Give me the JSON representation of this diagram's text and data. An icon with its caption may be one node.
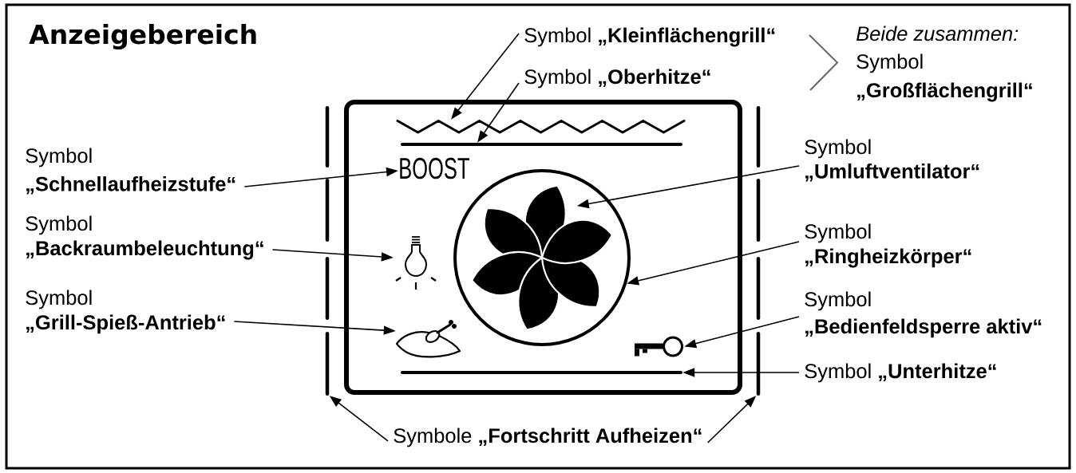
{
  "diagram": {
    "title": "Anzeigebereich",
    "nodes": [
      {
        "text": [
          "Symbol **„Kleinflächengrill“**"
        ]
      },
      {
        "text": [
          "Symbol **„Oberhitze“**"
        ]
      },
      {
        "text": [
          "Symbol **„Schnellaufheizstufe“**"
        ]
      },
      {
        "text": [
          "Symbol **„Backraumbeleuchtung“**"
        ]
      },
      {
        "text": [
          "Symbol **„Grill-Spieß-Antrieb“**"
        ]
      },
      {
        "text": [],
        "shape": "bar"
      },
      {
        "text": [],
        "shape": "box"
      },
      {
        "text": [],
        "shape": "zigzag",
        "in": 6
      },
      {
        "text": [],
        "shape": "line",
        "in": 6
      },
      {
        "text": [
          "BOOST"
        ],
        "in": 6
      },
      {
        "text": [],
        "shape": "picture",
        "in": 6
      },
      {
        "text": [],
        "shape": "circle",
        "in": 6
      },
      {
        "text": [],
        "shape": "picture",
        "in": 11
      },
      {
        "text": [],
        "shape": "picture",
        "in": 6
      },
      {
        "text": [],
        "shape": "picture",
        "in": 6
      },
      {
        "text": [],
        "shape": "line",
        "in": 6
      },
      {
        "text": [],
        "shape": "bar"
      },
      {
        "text": [
          "Symbol **„Umluftventilator“**"
        ]
      },
      {
        "text": [
          "Symbol **„Ringheizkörper“**"
        ]
      },
      {
        "text": [
          "Symbol **„Bedienfeldsperre aktiv“**"
        ]
      },
      {
        "text": [
          "Symbol **„Unterhitze“**"
        ]
      },
      {
        "text": [
          "Symbole **„Fortschritt Aufheizen“**"
        ]
      }
    ],
    "edges": [
      {
        "from": 0,
        "to": 7,
        "arrow": "to"
      },
      {
        "from": 1,
        "to": 8,
        "arrow": "to"
      },
      {
        "from": 2,
        "to": 9,
        "arrow": "to"
      },
      {
        "from": 3,
        "to": 10,
        "arrow": "to"
      },
      {
        "from": 4,
        "to": 13,
        "arrow": "to"
      },
      {
        "from": 17,
        "to": 12,
        "arrow": "to"
      },
      {
        "from": 18,
        "to": 11,
        "arrow": "to"
      },
      {
        "from": 19,
        "to": 14,
        "arrow": "to"
      },
      {
        "from": 20,
        "to": 15,
        "arrow": "to"
      },
      {
        "from": 21,
        "to": 5,
        "arrow": "to"
      },
      {
        "from": 21,
        "to": 16,
        "arrow": "to"
      }
    ],
    "labels": [
      "Beide zusammen:",
      "Symbol **„Großflächengrill“**"
    ]
  }
}
